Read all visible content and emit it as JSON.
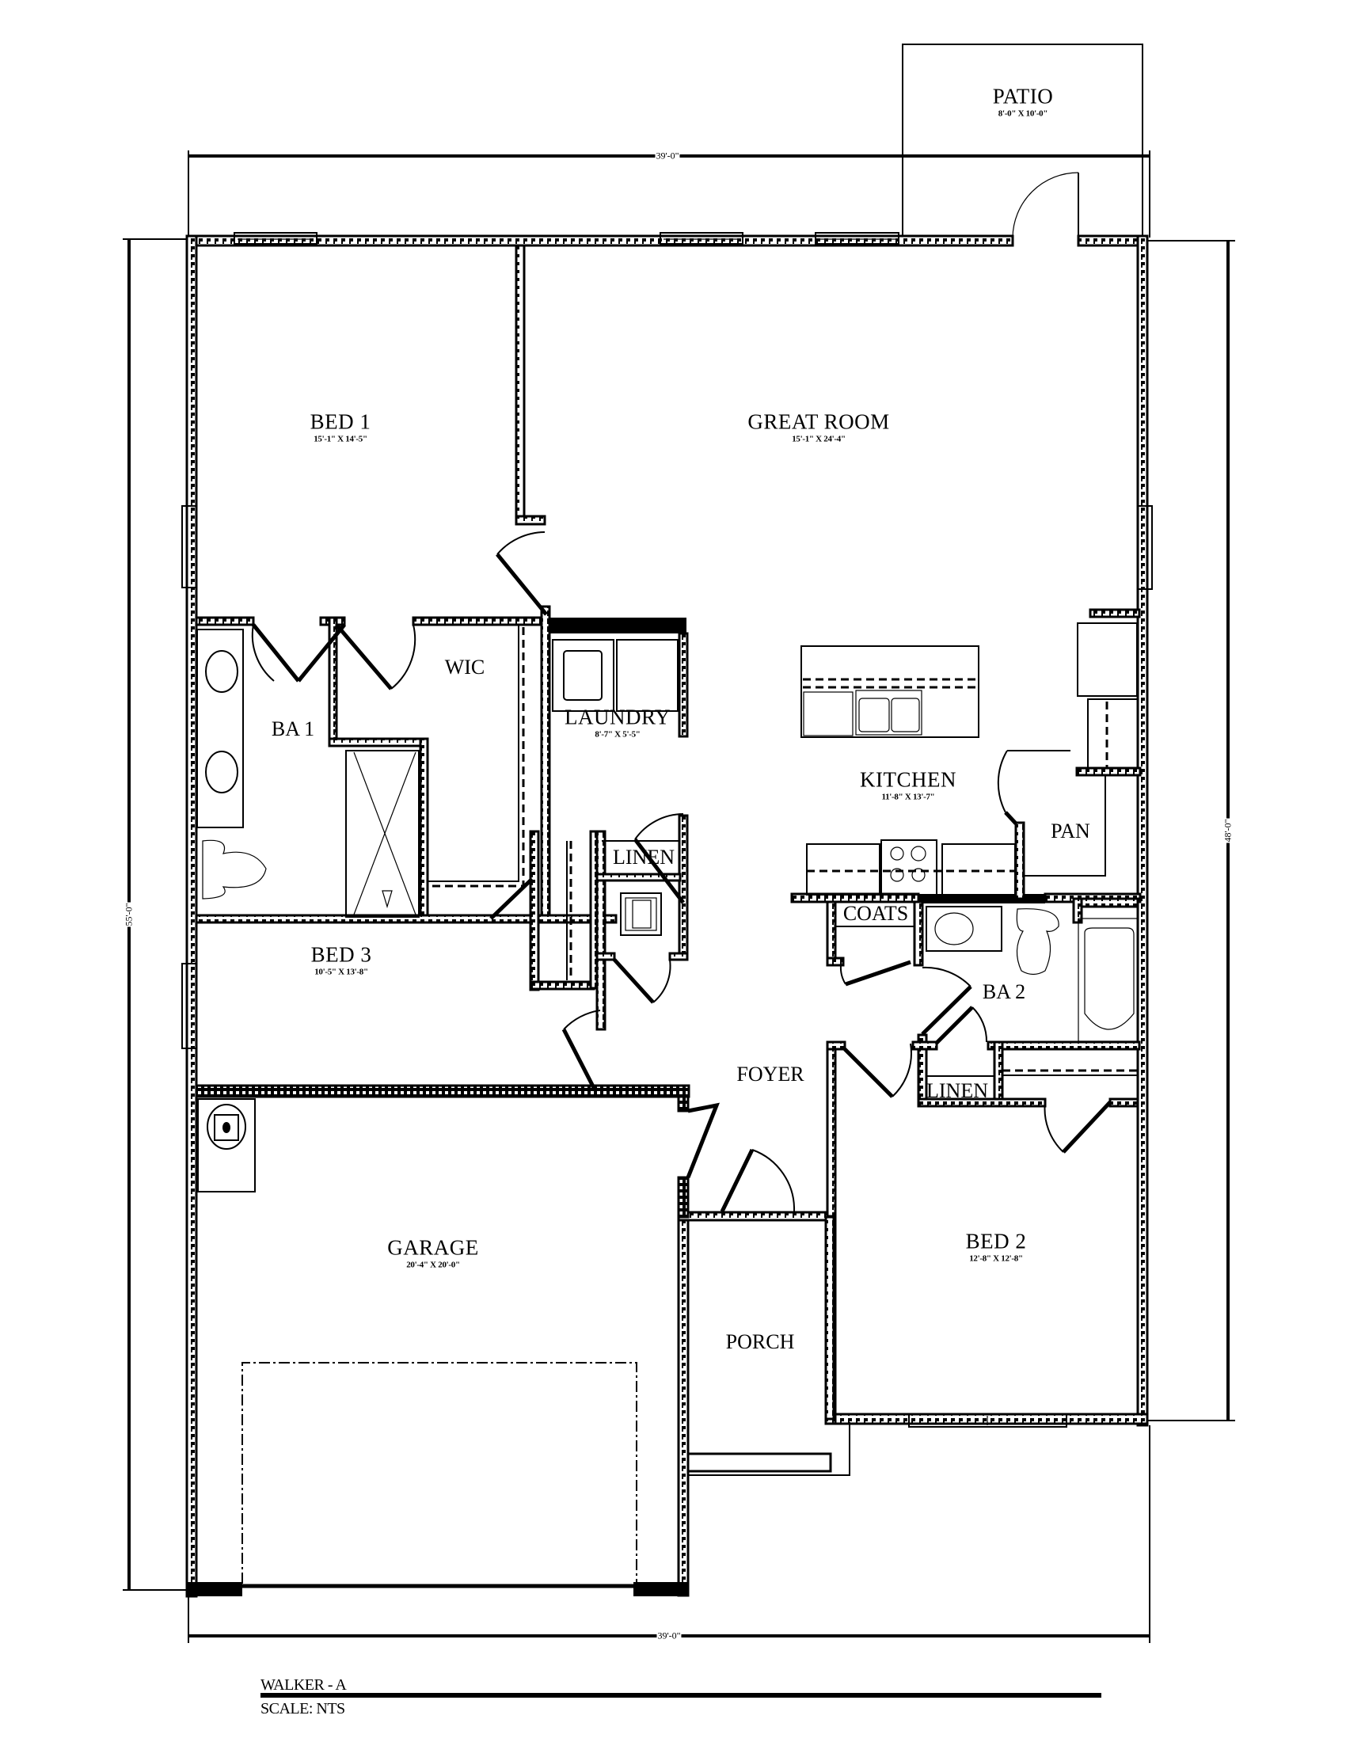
{
  "plan": {
    "title": "WALKER - A",
    "scale": "SCALE: NTS"
  },
  "dimensions": {
    "top_width": "39'-0\"",
    "bottom_width": "39'-0\"",
    "left_depth": "55'-0\"",
    "right_depth": "48'-0\""
  },
  "rooms": {
    "patio": {
      "name": "PATIO",
      "size": "8'-0\" X 10'-0\""
    },
    "bed1": {
      "name": "BED 1",
      "size": "15'-1\" X 14'-5\""
    },
    "great_room": {
      "name": "GREAT ROOM",
      "size": "15'-1\" X 24'-4\""
    },
    "wic": {
      "name": "WIC"
    },
    "ba1": {
      "name": "BA 1"
    },
    "laundry": {
      "name": "LAUNDRY",
      "size": "8'-7\" X 5'-5\""
    },
    "kitchen": {
      "name": "KITCHEN",
      "size": "11'-8\" X 13'-7\""
    },
    "pantry": {
      "name": "PAN"
    },
    "linen1": {
      "name": "LINEN"
    },
    "coats": {
      "name": "COATS"
    },
    "bed3": {
      "name": "BED 3",
      "size": "10'-5\" X 13'-8\""
    },
    "ba2": {
      "name": "BA 2"
    },
    "foyer": {
      "name": "FOYER"
    },
    "linen2": {
      "name": "LINEN"
    },
    "garage": {
      "name": "GARAGE",
      "size": "20'-4\" X 20'-0\""
    },
    "bed2": {
      "name": "BED 2",
      "size": "12'-8\" X 12'-8\""
    },
    "porch": {
      "name": "PORCH"
    }
  }
}
